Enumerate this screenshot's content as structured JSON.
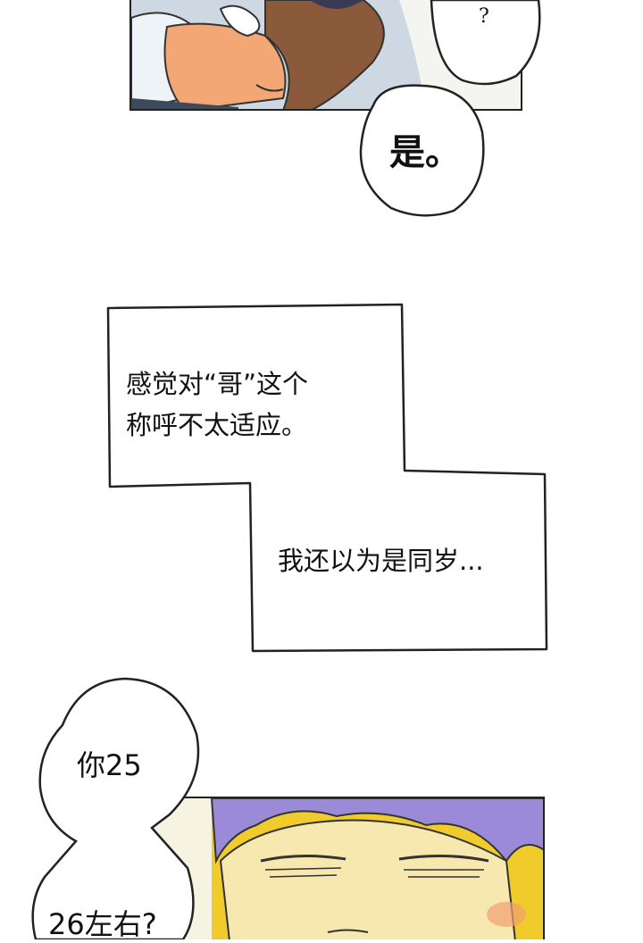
{
  "bubble_top_right": {
    "text": "?"
  },
  "bubble_shi": {
    "text": "是。"
  },
  "caption_box": {
    "line1": "感觉对“哥”这个",
    "line2": "称呼不太适应。",
    "line3": "我还以为是同岁..."
  },
  "bubble_age": {
    "line1": "你25",
    "line2": "26左右?"
  },
  "colors": {
    "skin": "#f0a070",
    "hair_purple": "#9a8ad8",
    "yellow_bg": "#f2cf2a",
    "shirt_blue": "#9ab4d8",
    "brown_hand": "#8a5a3a"
  }
}
